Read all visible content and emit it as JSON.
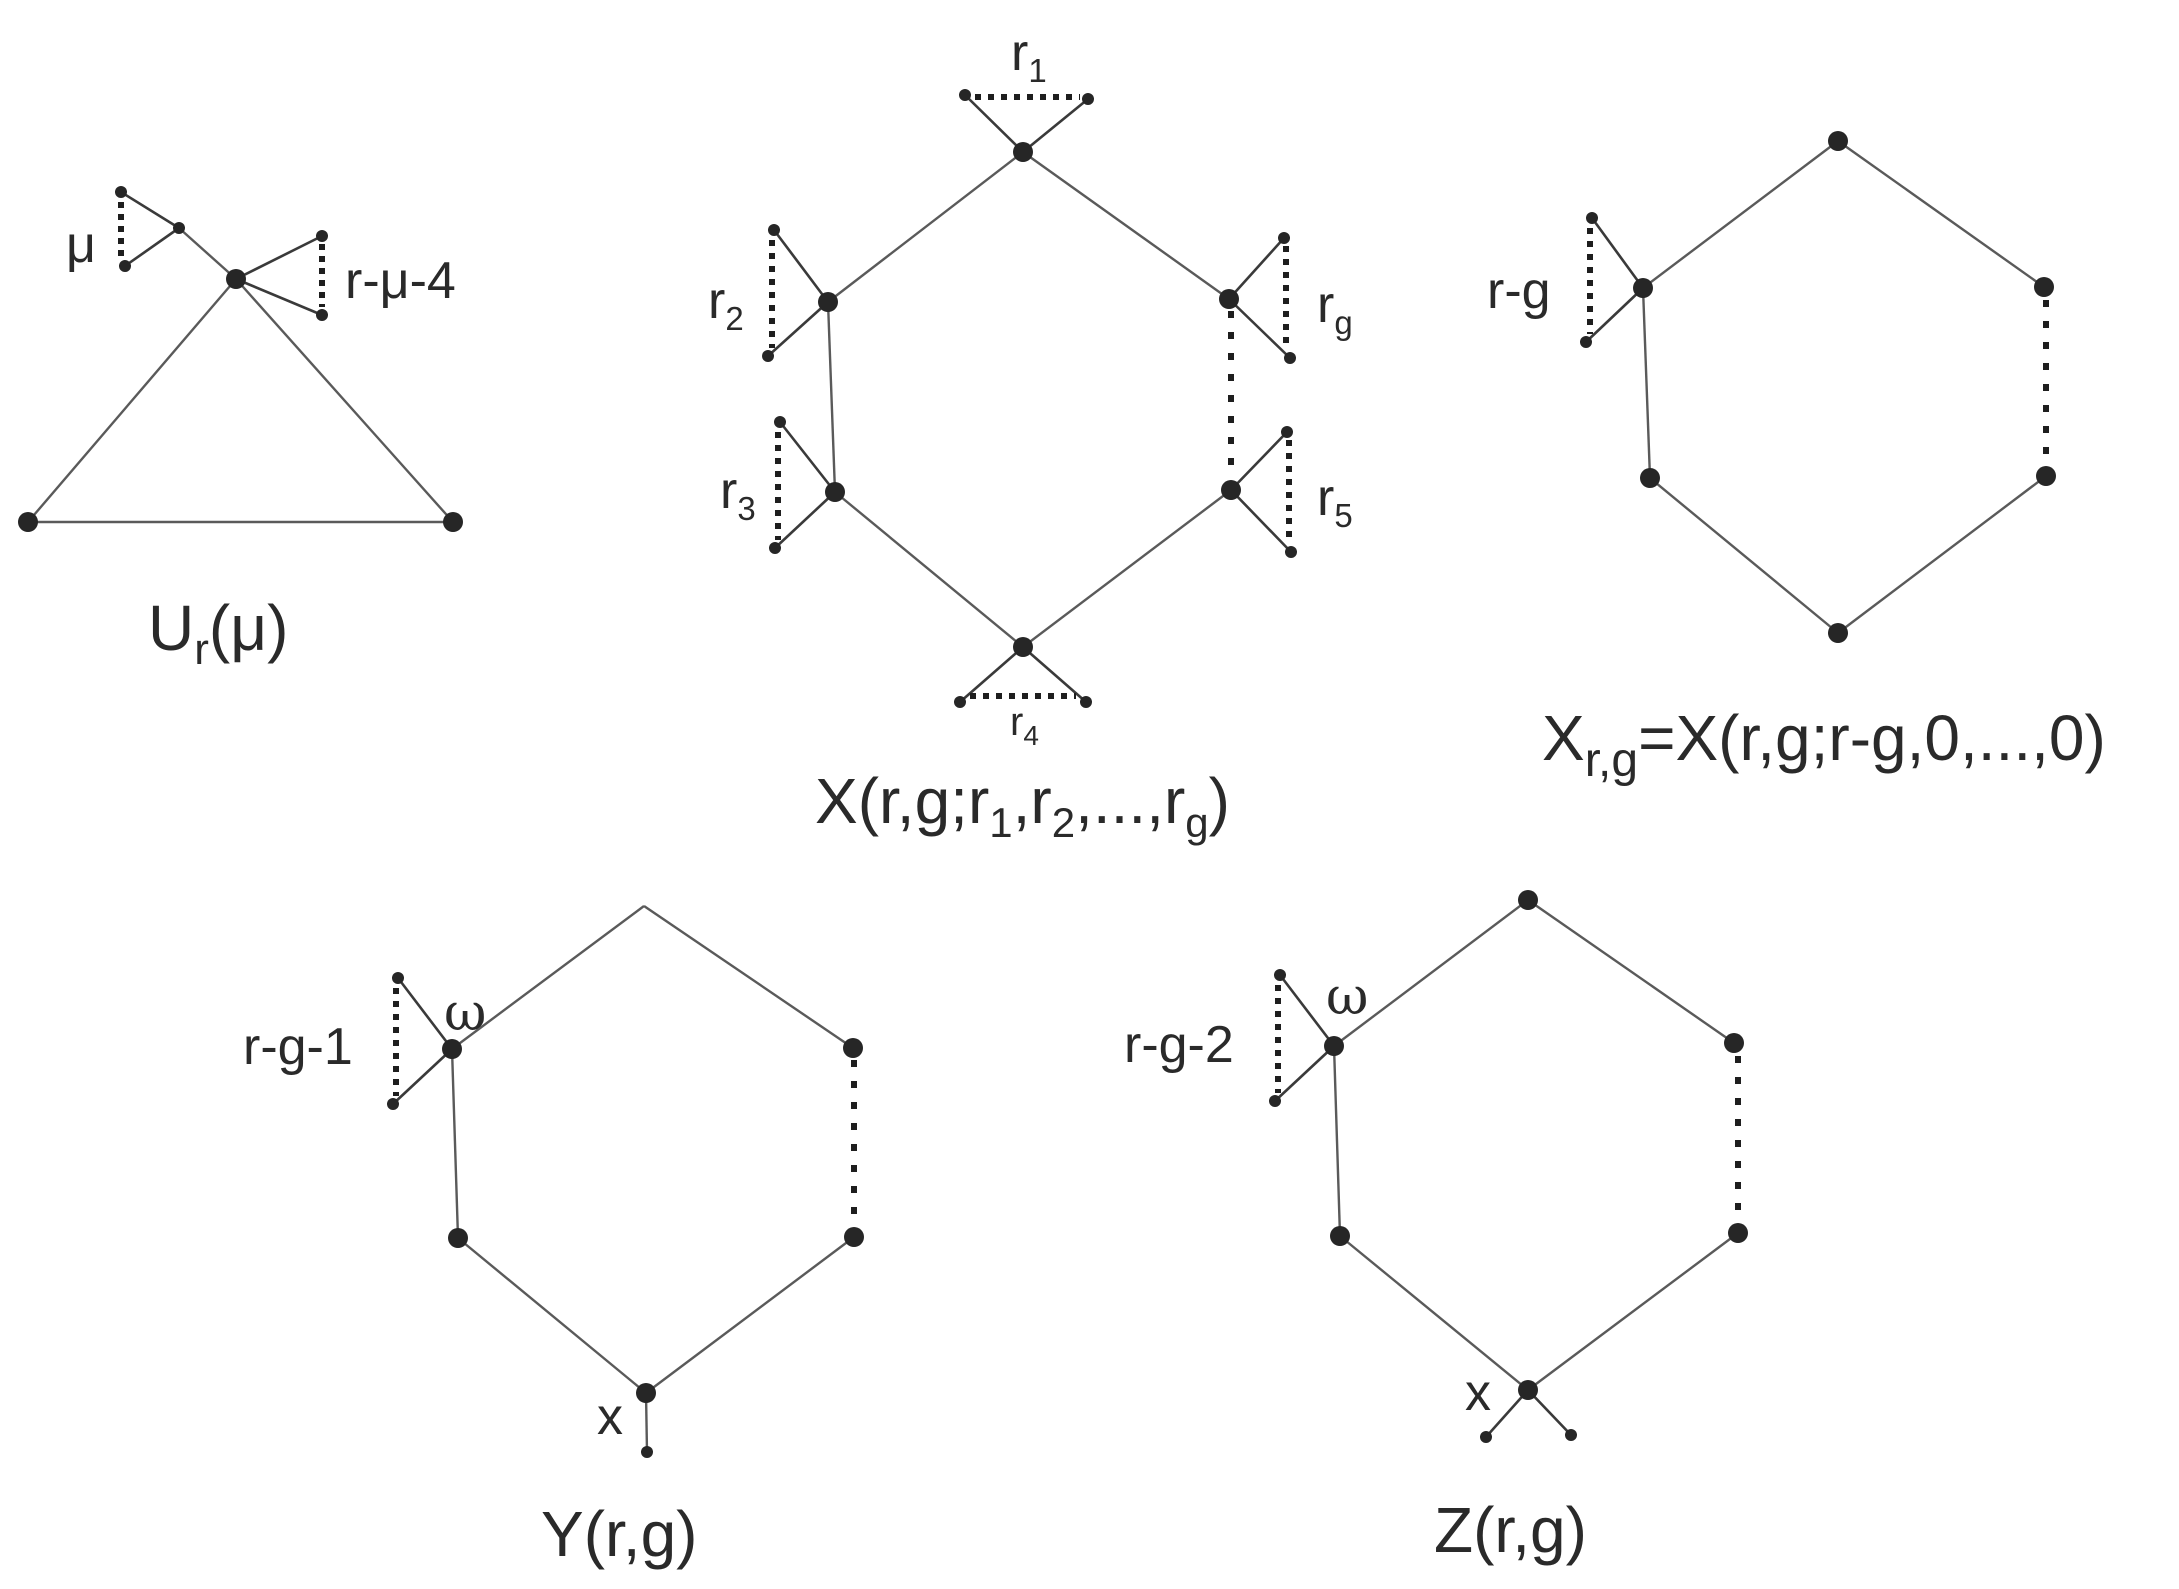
{
  "graphs": {
    "unicyclic": {
      "caption": {
        "main": "U",
        "sub": "r",
        "rest": "(μ)"
      },
      "left_label": "μ",
      "right_label": "r-μ-4"
    },
    "general": {
      "caption": {
        "p1": "X(r,g;r",
        "s1": "1",
        "p2": ",r",
        "s2": "2",
        "p3": ",...,r",
        "s3": "g",
        "p4": ")"
      },
      "labels": [
        {
          "main": "r",
          "sub": "1"
        },
        {
          "main": "r",
          "sub": "2"
        },
        {
          "main": "r",
          "sub": "3"
        },
        {
          "main": "r",
          "sub": "4"
        },
        {
          "main": "r",
          "sub": "5"
        },
        {
          "main": "r",
          "sub": "g"
        }
      ]
    },
    "x_rg": {
      "caption": {
        "main": "X",
        "sub": "r,g",
        "rest": "=X(r,g;r-g,0,...,0)"
      },
      "pendant_label": "r-g"
    },
    "y_rg": {
      "caption": "Y(r,g)",
      "pendant_label": "r-g-1",
      "omega": "ω",
      "x_label": "x"
    },
    "z_rg": {
      "caption": "Z(r,g)",
      "pendant_label": "r-g-2",
      "omega": "ω",
      "x_label": "x"
    }
  },
  "colors": {
    "edge": "#5a5a5a",
    "vertex": "#262626",
    "text": "#2a2a2a"
  }
}
